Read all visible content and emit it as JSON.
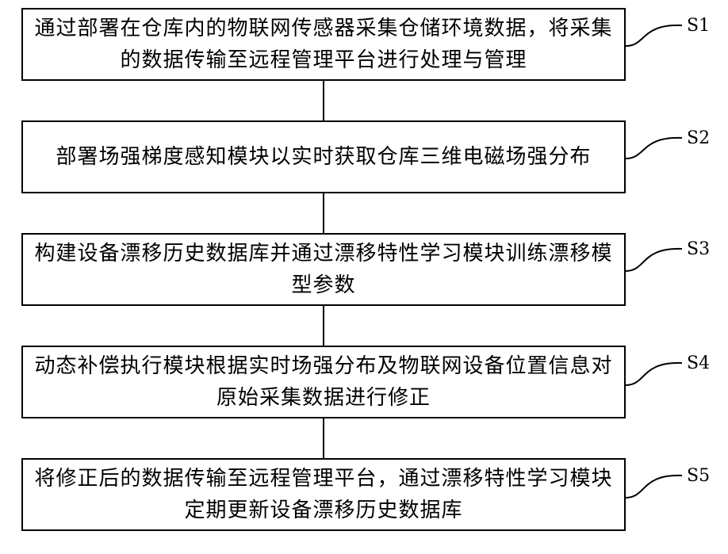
{
  "steps": [
    {
      "label": "S1",
      "text": "通过部署在仓库内的物联网传感器采集仓储环境数据，将采集的数据传输至远程管理平台进行处理与管理"
    },
    {
      "label": "S2",
      "text": "部署场强梯度感知模块以实时获取仓库三维电磁场强分布"
    },
    {
      "label": "S3",
      "text": "构建设备漂移历史数据库并通过漂移特性学习模块训练漂移模型参数"
    },
    {
      "label": "S4",
      "text": "动态补偿执行模块根据实时场强分布及物联网设备位置信息对原始采集数据进行修正"
    },
    {
      "label": "S5",
      "text": "将修正后的数据传输至远程管理平台，通过漂移特性学习模块定期更新设备漂移历史数据库"
    }
  ]
}
